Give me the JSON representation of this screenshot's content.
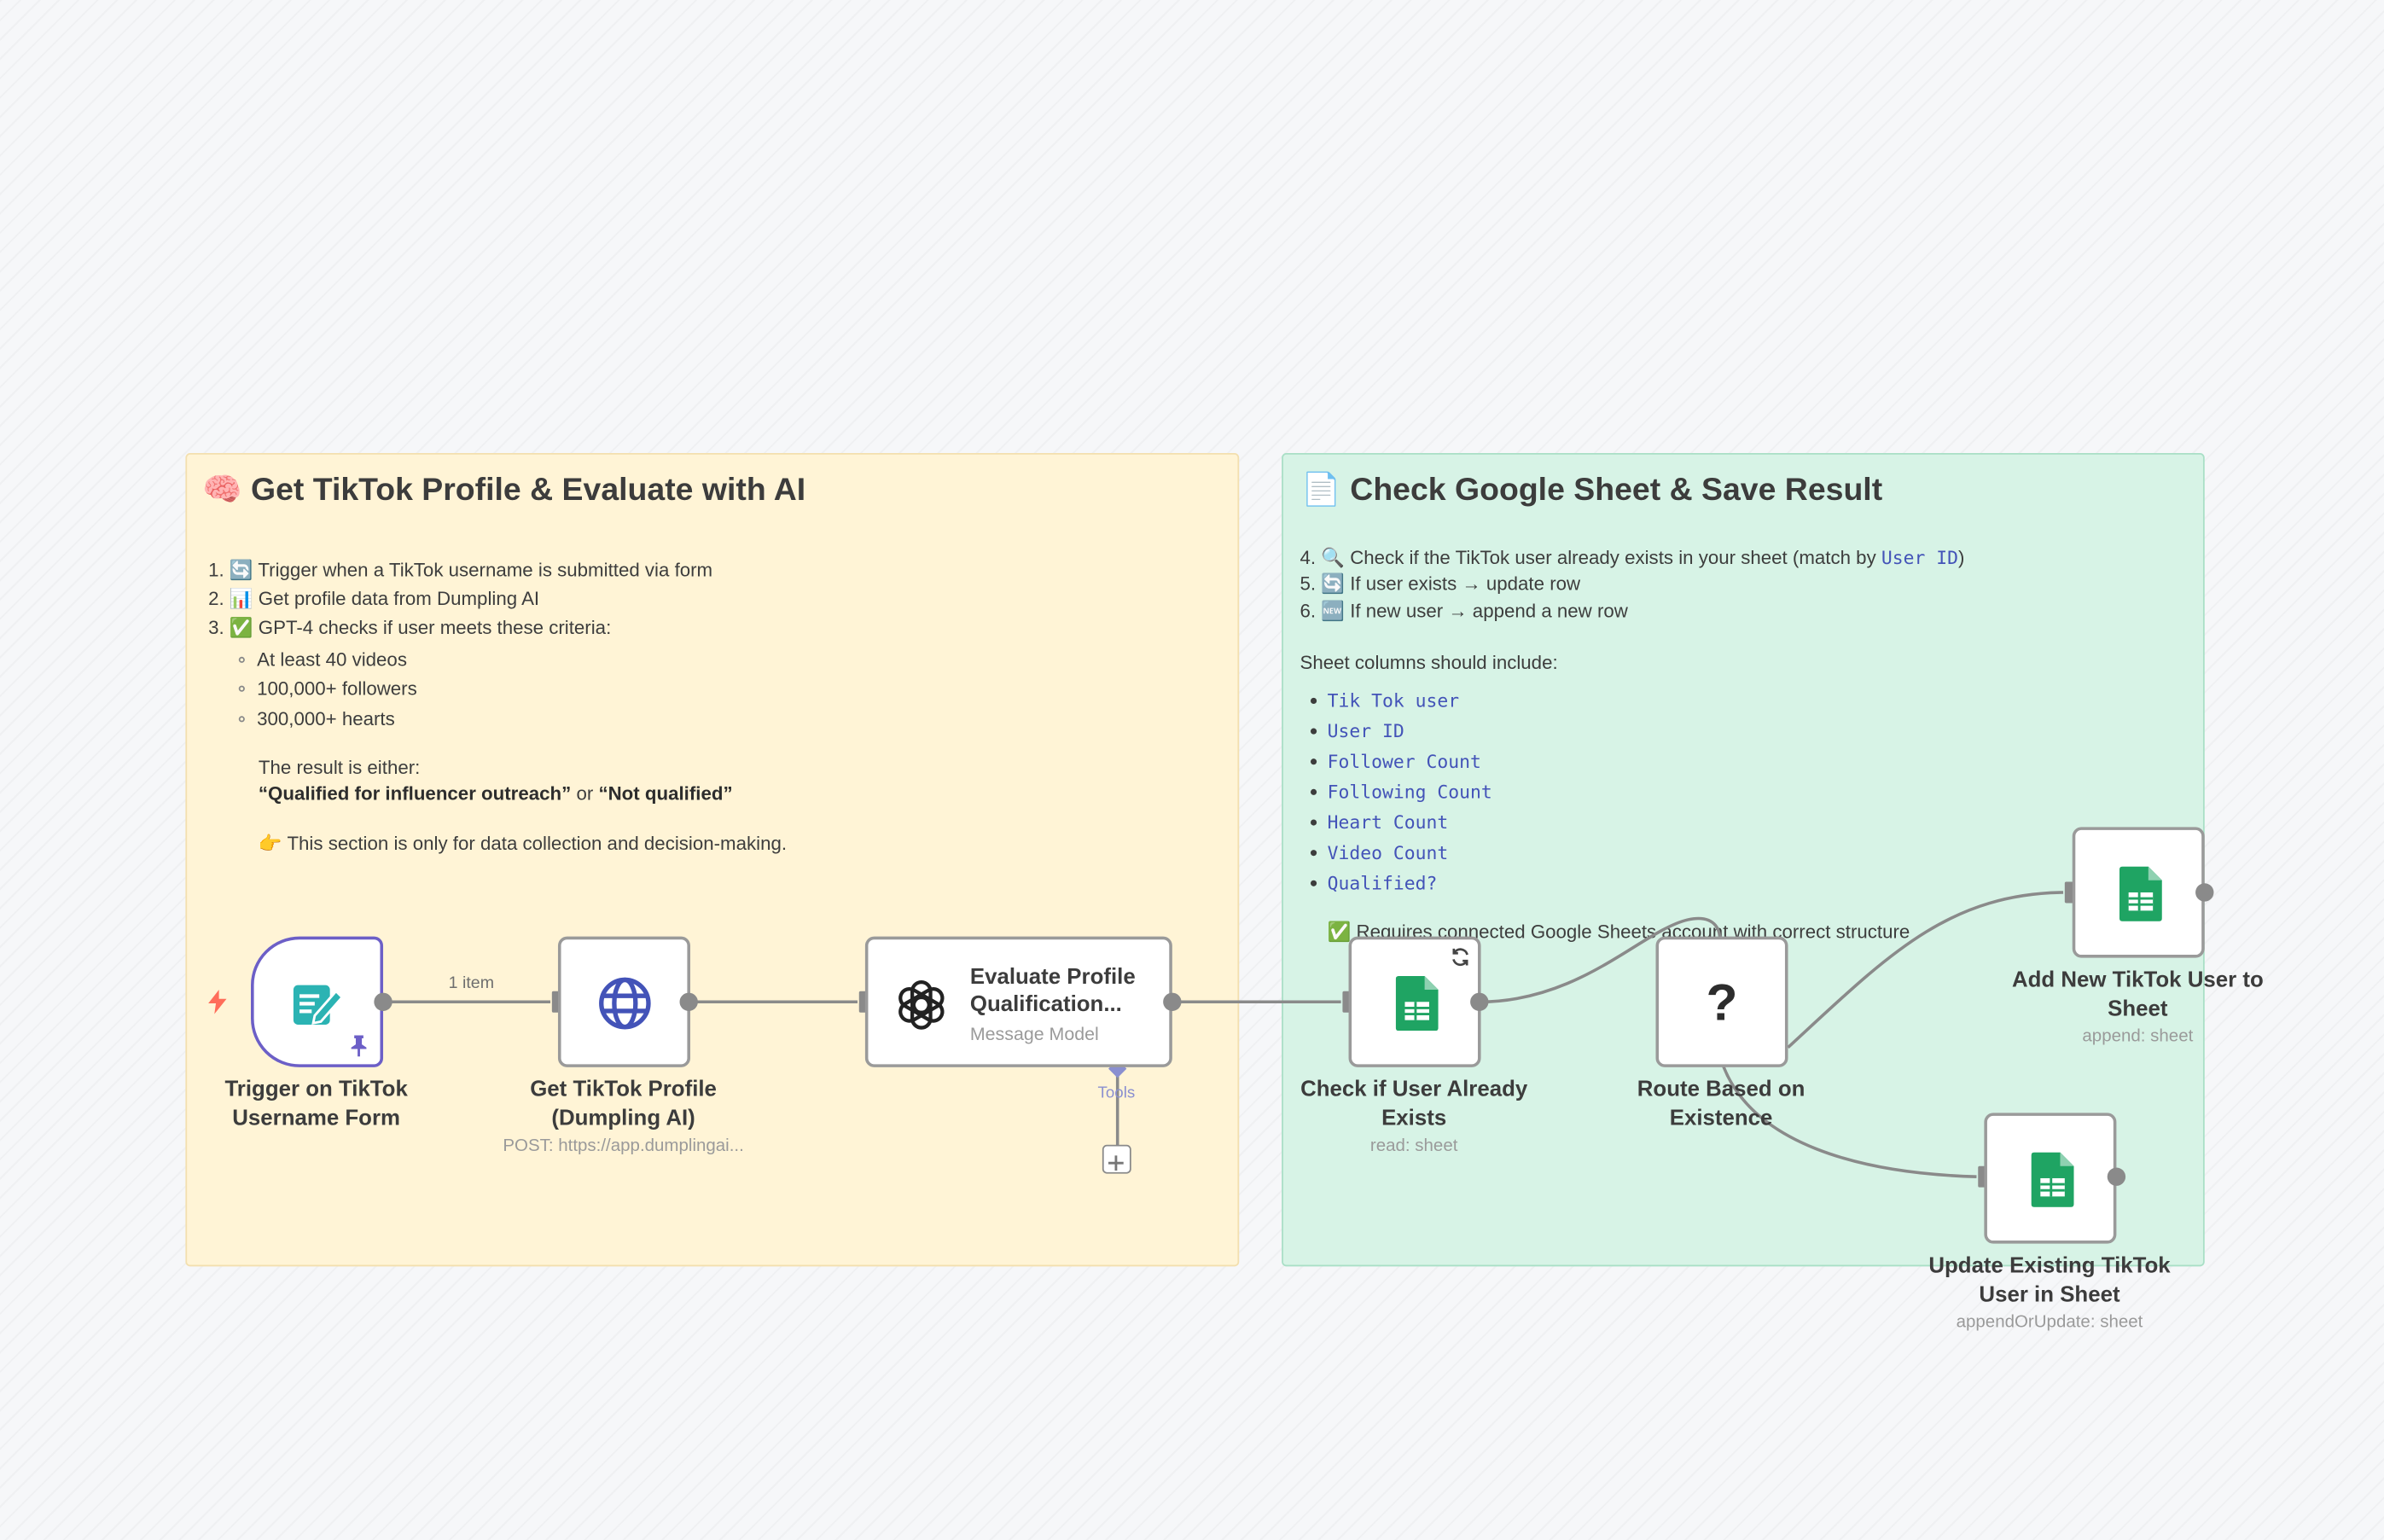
{
  "sticky_left": {
    "title": "🧠 Get TikTok Profile & Evaluate with AI",
    "steps": [
      "1. 🔄 Trigger when a TikTok username is submitted via form",
      "2. 📊 Get profile data from Dumpling AI",
      "3. ✅ GPT-4 checks if user meets these criteria:"
    ],
    "criteria": [
      "At least 40 videos",
      "100,000+ followers",
      "300,000+ hearts"
    ],
    "result_intro": "The result is either:",
    "result_qualified": "“Qualified for influencer outreach”",
    "result_or": " or ",
    "result_not": "“Not qualified”",
    "note": "👉 This section is only for data collection and decision-making."
  },
  "sticky_right": {
    "title": "📄 Check Google Sheet & Save Result",
    "step4_prefix": "4. 🔍 Check if the TikTok user already exists in your sheet (match by ",
    "step4_code": "User ID",
    "step4_suffix": ")",
    "step5": "5. 🔄 If user exists → update row",
    "step6": "6. 🆕 If new user → append a new row",
    "columns_intro": "Sheet columns should include:",
    "columns": [
      "Tik Tok user",
      "User ID",
      "Follower Count",
      "Following Count",
      "Heart Count",
      "Video Count",
      "Qualified?"
    ],
    "requirement": "✅ Requires connected Google Sheets account with correct structure"
  },
  "nodes": {
    "trigger": {
      "label": "Trigger on TikTok Username Form"
    },
    "http": {
      "label": "Get TikTok Profile (Dumpling AI)",
      "subtitle": "POST: https://app.dumplingai..."
    },
    "ai": {
      "label": "Evaluate Profile Qualification...",
      "subtitle": "Message Model",
      "tools_label": "Tools"
    },
    "check": {
      "label": "Check if User Already Exists",
      "subtitle": "read: sheet"
    },
    "route": {
      "label": "Route Based on Existence",
      "glyph": "?"
    },
    "add": {
      "label": "Add New TikTok User to Sheet",
      "subtitle": "append: sheet"
    },
    "update": {
      "label": "Update Existing TikTok User in Sheet",
      "subtitle": "appendOrUpdate: sheet"
    }
  },
  "connections": {
    "trigger_to_http_label": "1 item"
  },
  "colors": {
    "sticky_yellow": "#fff4d6",
    "sticky_green": "#d7f3e6",
    "trigger_border": "#6c5fc7",
    "trigger_icon": "#2bb3b3",
    "http_icon": "#4353b8",
    "sheets_green": "#1fa463",
    "code_text": "#4353b8",
    "bolt": "#ff6d5a"
  },
  "icons": {
    "trigger": "form-pencil-icon",
    "pin": "pin-icon",
    "bolt": "lightning-bolt-icon",
    "http": "globe-icon",
    "ai": "openai-logo-icon",
    "sheets": "google-sheets-icon",
    "refresh": "refresh-icon",
    "plus": "plus-icon"
  }
}
